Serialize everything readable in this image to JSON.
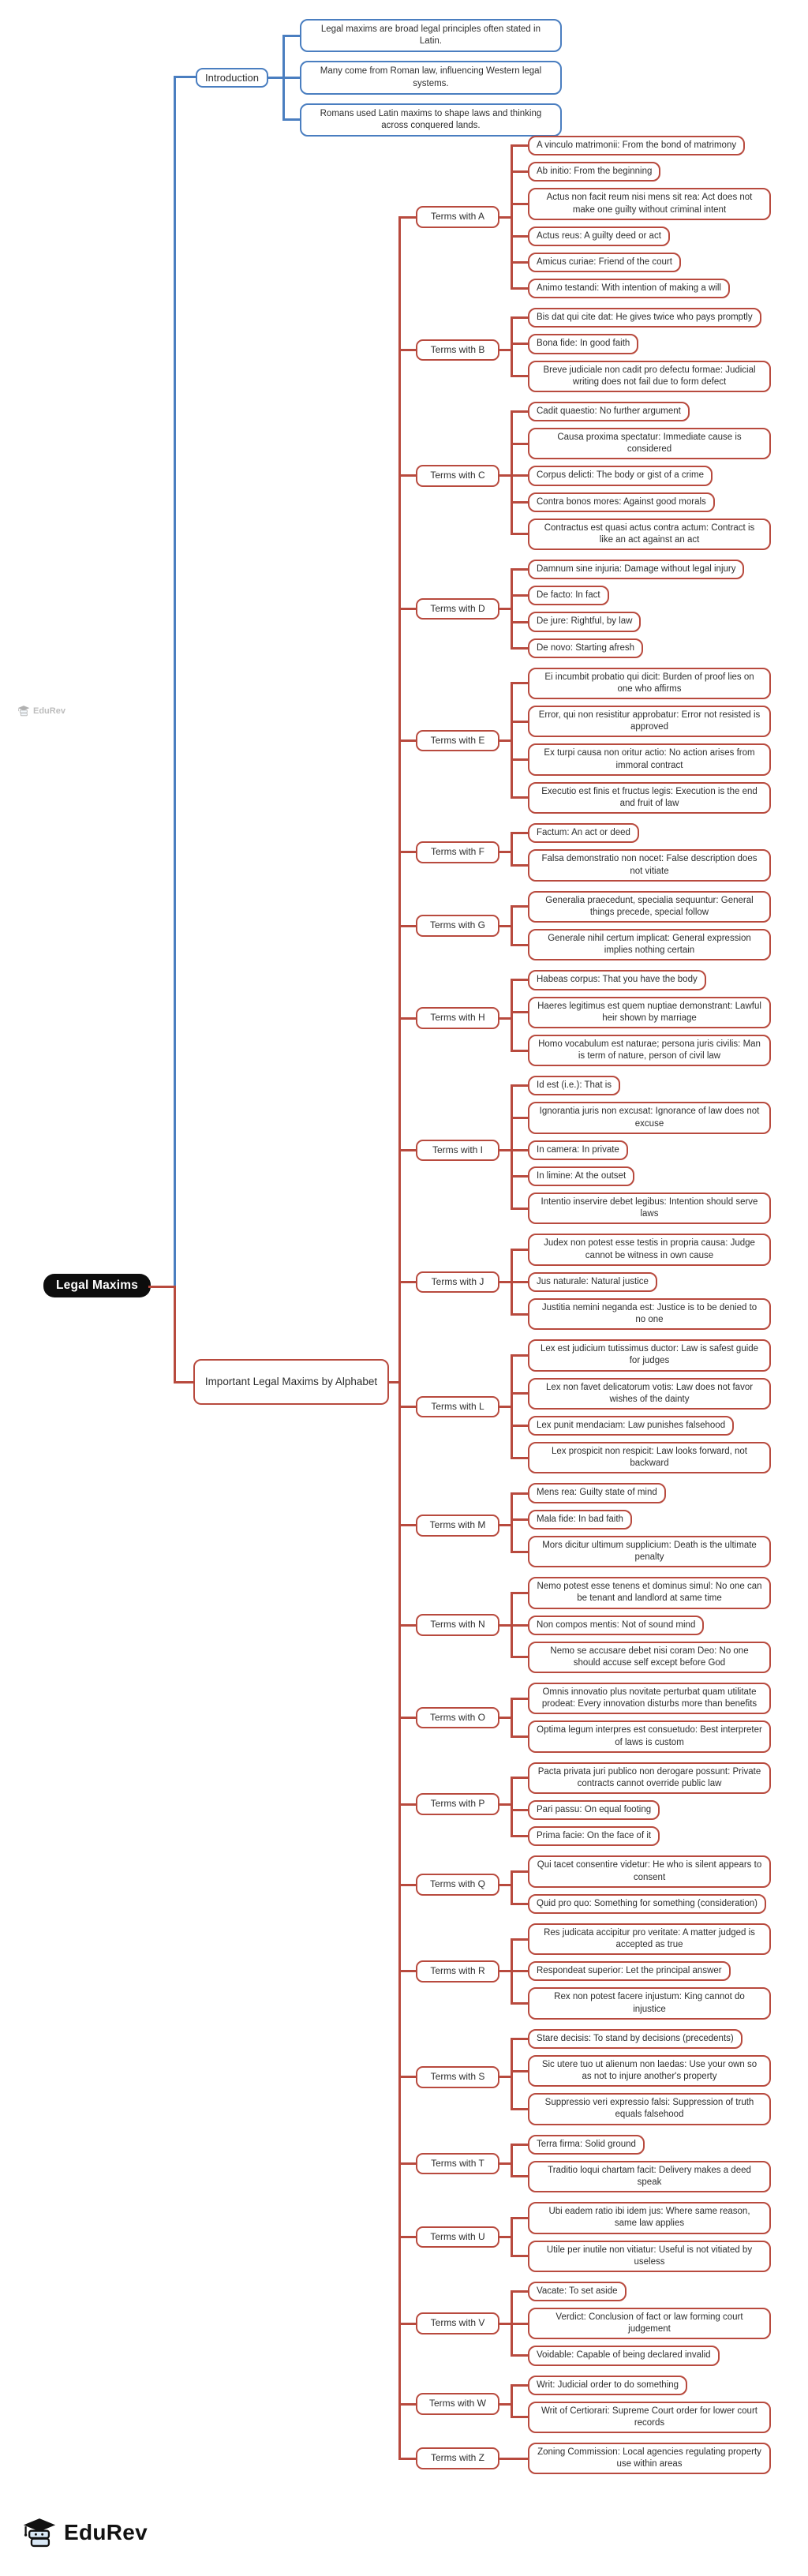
{
  "root": {
    "label": "Legal Maxims"
  },
  "intro": {
    "label": "Introduction",
    "items": [
      "Legal maxims are broad legal principles often stated in Latin.",
      "Many come from Roman law, influencing Western legal systems.",
      "Romans used Latin maxims to shape laws and thinking across conquered lands."
    ]
  },
  "alphabet": {
    "label": "Important Legal Maxims by Alphabet",
    "groups": [
      {
        "label": "Terms with A",
        "items": [
          "A vinculo matrimonii: From the bond of matrimony",
          "Ab initio: From the beginning",
          "Actus non facit reum nisi mens sit rea: Act does not make one guilty without criminal intent",
          "Actus reus: A guilty deed or act",
          "Amicus curiae: Friend of the court",
          "Animo testandi: With intention of making a will"
        ]
      },
      {
        "label": "Terms with B",
        "items": [
          "Bis dat qui cite dat: He gives twice who pays promptly",
          "Bona fide: In good faith",
          "Breve judiciale non cadit pro defectu formae: Judicial writing does not fail due to form defect"
        ]
      },
      {
        "label": "Terms with C",
        "items": [
          "Cadit quaestio: No further argument",
          "Causa proxima spectatur: Immediate cause is considered",
          "Corpus delicti: The body or gist of a crime",
          "Contra bonos mores: Against good morals",
          "Contractus est quasi actus contra actum: Contract is like an act against an act"
        ]
      },
      {
        "label": "Terms with D",
        "items": [
          "Damnum sine injuria: Damage without legal injury",
          "De facto: In fact",
          "De jure: Rightful, by law",
          "De novo: Starting afresh"
        ]
      },
      {
        "label": "Terms with E",
        "items": [
          "Ei incumbit probatio qui dicit: Burden of proof lies on one who affirms",
          "Error, qui non resistitur approbatur: Error not resisted is approved",
          "Ex turpi causa non oritur actio: No action arises from immoral contract",
          "Executio est finis et fructus legis: Execution is the end and fruit of law"
        ]
      },
      {
        "label": "Terms with F",
        "items": [
          "Factum: An act or deed",
          "Falsa demonstratio non nocet: False description does not vitiate"
        ]
      },
      {
        "label": "Terms with G",
        "items": [
          "Generalia praecedunt, specialia sequuntur: General things precede, special follow",
          "Generale nihil certum implicat: General expression implies nothing certain"
        ]
      },
      {
        "label": "Terms with H",
        "items": [
          "Habeas corpus: That you have the body",
          "Haeres legitimus est quem nuptiae demonstrant: Lawful heir shown by marriage",
          "Homo vocabulum est naturae; persona juris civilis: Man is term of nature, person of civil law"
        ]
      },
      {
        "label": "Terms with I",
        "items": [
          "Id est (i.e.): That is",
          "Ignorantia juris non excusat: Ignorance of law does not excuse",
          "In camera: In private",
          "In limine: At the outset",
          "Intentio inservire debet legibus: Intention should serve laws"
        ]
      },
      {
        "label": "Terms with J",
        "items": [
          "Judex non potest esse testis in propria causa: Judge cannot be witness in own cause",
          "Jus naturale: Natural justice",
          "Justitia nemini neganda est: Justice is to be denied to no one"
        ]
      },
      {
        "label": "Terms with L",
        "items": [
          "Lex est judicium tutissimus ductor: Law is safest guide for judges",
          "Lex non favet delicatorum votis: Law does not favor wishes of the dainty",
          "Lex punit mendaciam: Law punishes falsehood",
          "Lex prospicit non respicit: Law looks forward, not backward"
        ]
      },
      {
        "label": "Terms with M",
        "items": [
          "Mens rea: Guilty state of mind",
          "Mala fide: In bad faith",
          "Mors dicitur ultimum supplicium: Death is the ultimate penalty"
        ]
      },
      {
        "label": "Terms with N",
        "items": [
          "Nemo potest esse tenens et dominus simul: No one can be tenant and landlord at same time",
          "Non compos mentis: Not of sound mind",
          "Nemo se accusare debet nisi coram Deo: No one should accuse self except before God"
        ]
      },
      {
        "label": "Terms with O",
        "items": [
          "Omnis innovatio plus novitate perturbat quam utilitate prodeat: Every innovation disturbs more than benefits",
          "Optima legum interpres est consuetudo: Best interpreter of laws is custom"
        ]
      },
      {
        "label": "Terms with P",
        "items": [
          "Pacta privata juri publico non derogare possunt: Private contracts cannot override public law",
          "Pari passu: On equal footing",
          "Prima facie: On the face of it"
        ]
      },
      {
        "label": "Terms with Q",
        "items": [
          "Qui tacet consentire videtur: He who is silent appears to consent",
          "Quid pro quo: Something for something (consideration)"
        ]
      },
      {
        "label": "Terms with R",
        "items": [
          "Res judicata accipitur pro veritate: A matter judged is accepted as true",
          "Respondeat superior: Let the principal answer",
          "Rex non potest facere injustum: King cannot do injustice"
        ]
      },
      {
        "label": "Terms with S",
        "items": [
          "Stare decisis: To stand by decisions (precedents)",
          "Sic utere tuo ut alienum non laedas: Use your own so as not to injure another's property",
          "Suppressio veri expressio falsi: Suppression of truth equals falsehood"
        ]
      },
      {
        "label": "Terms with T",
        "items": [
          "Terra firma: Solid ground",
          "Traditio loqui chartam facit: Delivery makes a deed speak"
        ]
      },
      {
        "label": "Terms with U",
        "items": [
          "Ubi eadem ratio ibi idem jus: Where same reason, same law applies",
          "Utile per inutile non vitiatur: Useful is not vitiated by useless"
        ]
      },
      {
        "label": "Terms with V",
        "items": [
          "Vacate: To set aside",
          "Verdict: Conclusion of fact or law forming court judgement",
          "Voidable: Capable of being declared invalid"
        ]
      },
      {
        "label": "Terms with W",
        "items": [
          "Writ: Judicial order to do something",
          "Writ of Certiorari: Supreme Court order for lower court records"
        ]
      },
      {
        "label": "Terms with Z",
        "items": [
          "Zoning Commission: Local agencies regulating property use within areas"
        ]
      }
    ]
  },
  "footer": {
    "brand": "EduRev"
  },
  "watermark": {
    "brand": "EduRev"
  },
  "colors": {
    "alphabet_accent": "#b84a3e",
    "intro_accent": "#4a7ec0",
    "root_bg": "#0d0d0d",
    "text": "#2e2e2e"
  }
}
